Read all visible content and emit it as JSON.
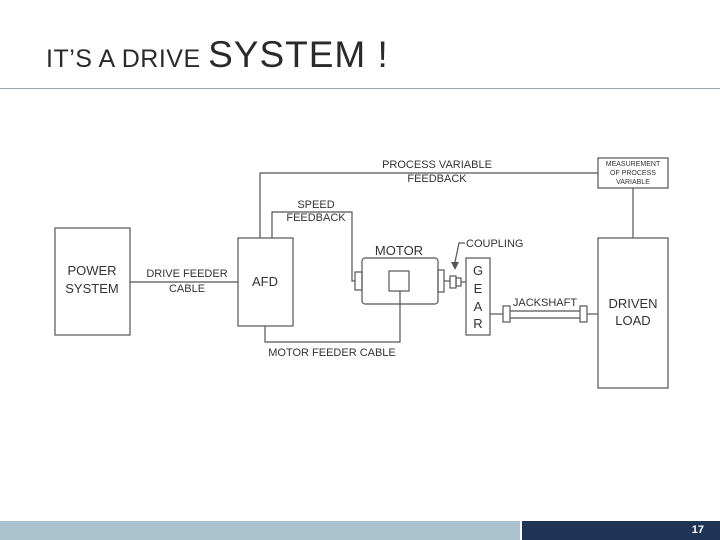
{
  "slide": {
    "title_part1": "IT’S A DRIVE ",
    "title_part2": "SYSTEM !",
    "page_number": "17",
    "colors": {
      "footer_light": "#aac3cf",
      "footer_dark": "#1f3557",
      "line": "#555555"
    }
  },
  "diagram": {
    "process_variable_1": "PROCESS  VARIABLE",
    "process_variable_2": "FEEDBACK",
    "measurement_1": "MEASUREMENT",
    "measurement_2": "OF PROCESS",
    "measurement_3": "VARIABLE",
    "speed_1": "SPEED",
    "speed_2": "FEEDBACK",
    "power_1": "POWER",
    "power_2": "SYSTEM",
    "drive_feeder_1": "DRIVE FEEDER",
    "drive_feeder_2": "CABLE",
    "afd": "AFD",
    "motor": "MOTOR",
    "coupling": "COUPLING",
    "gear_g": "G",
    "gear_e": "E",
    "gear_a": "A",
    "gear_r": "R",
    "jackshaft": "JACKSHAFT",
    "driven_1": "DRIVEN",
    "driven_2": "LOAD",
    "motor_feeder": "MOTOR FEEDER CABLE"
  }
}
